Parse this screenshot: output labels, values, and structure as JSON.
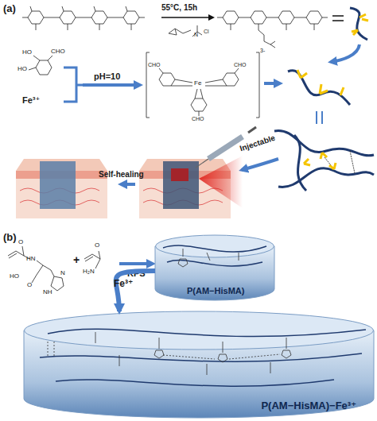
{
  "diagram": {
    "nodes": [
      {
        "text": [
          "P(AM−HisMA)"
        ]
      },
      {
        "text": [
          "P(AM−HisMA)−Fe³⁺"
        ]
      }
    ],
    "edges": [
      {
        "from": 0,
        "to": 1,
        "arrow": "to",
        "label": "Fe³⁺"
      }
    ],
    "labels": [
      "(a)",
      "55°C, 15h",
      "N",
      "Cl",
      "HO",
      "HO",
      "CHO",
      "Fe³⁺",
      "pH=10",
      "3-",
      "Fe",
      "CHO",
      "CHO",
      "CHO",
      "Injectable",
      "Self-healing",
      "(b)",
      "O",
      "HN",
      "HO",
      "O",
      "N",
      "NH",
      "+",
      "O",
      "H₂N",
      "KPS"
    ]
  }
}
